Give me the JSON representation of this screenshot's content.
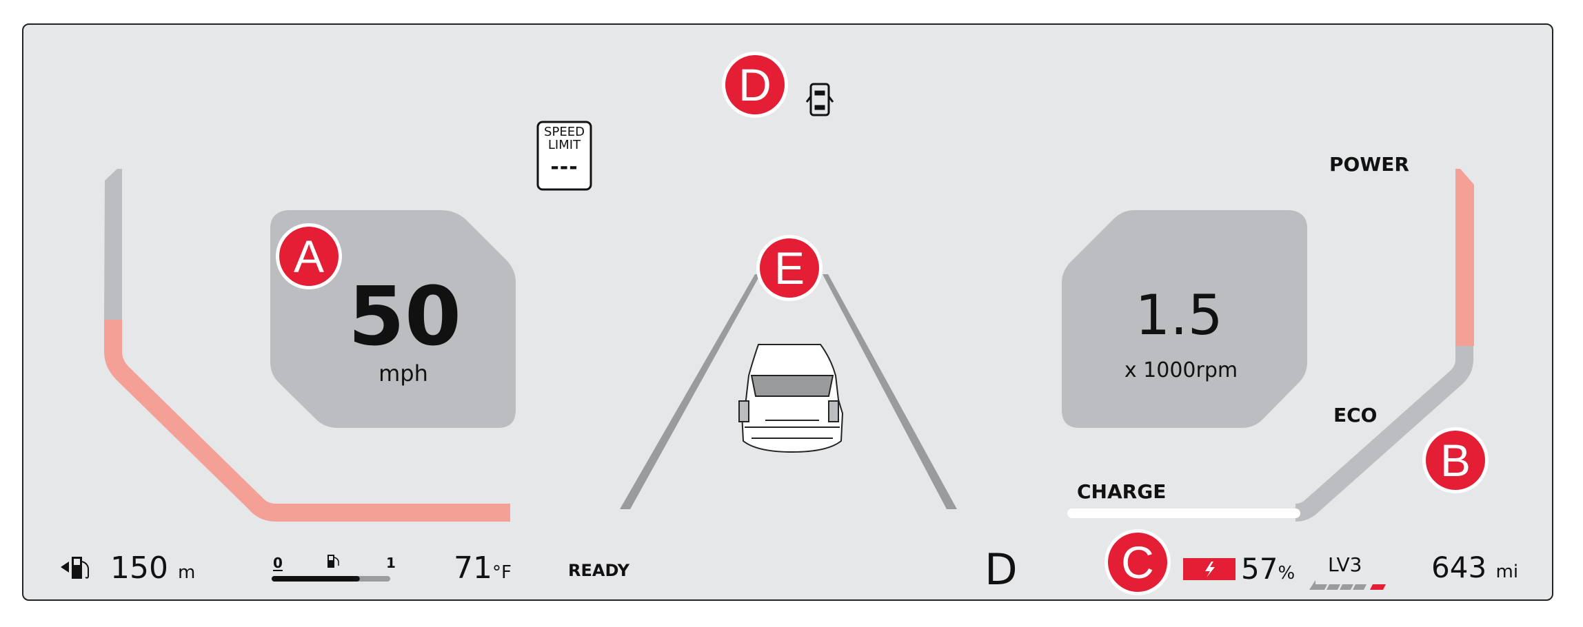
{
  "callouts": {
    "a": "A",
    "b": "B",
    "c": "C",
    "d": "D",
    "e": "E"
  },
  "speed": {
    "value": "50",
    "unit": "mph"
  },
  "speed_limit": {
    "line1": "SPEED",
    "line2": "LIMIT",
    "value": "---"
  },
  "rpm": {
    "value": "1.5",
    "unit": "x 1000rpm"
  },
  "power_gauge": {
    "power_label": "POWER",
    "eco_label": "ECO",
    "charge_label": "CHARGE"
  },
  "bottom": {
    "fuel_distance": "150",
    "fuel_distance_unit": "m",
    "fuel_min": "0",
    "fuel_max": "1",
    "fuel_level": 0.73,
    "temperature": "71",
    "temperature_unit": "°F",
    "status": "READY",
    "gear": "D",
    "battery_percent": "57",
    "battery_percent_unit": "%",
    "regen_level": "LV3",
    "range": "643",
    "range_unit": "mi"
  },
  "colors": {
    "badge": "#e31e35",
    "gauge_active": "#f4a096",
    "gauge_inactive": "#bcbdc0",
    "background": "#e6e7e9"
  }
}
